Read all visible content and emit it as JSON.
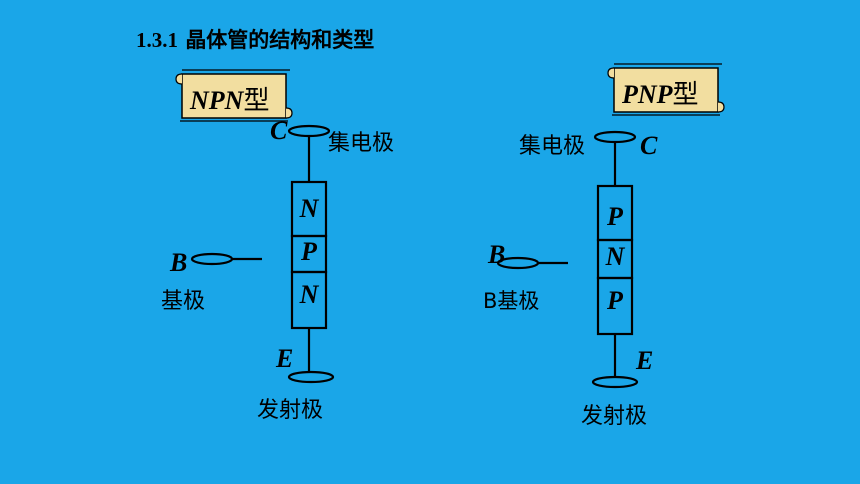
{
  "title": {
    "number": "1.3.1",
    "text": "晶体管的结构和类型"
  },
  "npn": {
    "banner_prefix": "NPN",
    "banner_suffix": "型",
    "collector_letter": "C",
    "collector_label": "集电极",
    "base_letter": "B",
    "base_label": "基极",
    "emitter_letter": "E",
    "emitter_label": "发射极",
    "layers": [
      "N",
      "P",
      "N"
    ]
  },
  "pnp": {
    "banner_prefix": "PNP",
    "banner_suffix": "型",
    "collector_letter": "C",
    "collector_label": "集电极",
    "base_letter": "B",
    "base_label": "B基极",
    "emitter_letter": "E",
    "emitter_label": "发射极",
    "layers": [
      "P",
      "N",
      "P"
    ]
  },
  "colors": {
    "background": "#1aa6e8",
    "banner_fill": "#f2dea0",
    "stroke": "#000000"
  }
}
